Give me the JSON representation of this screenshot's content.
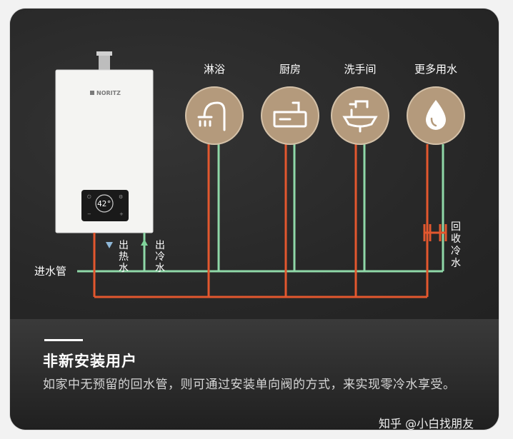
{
  "fixtures": [
    {
      "label": "淋浴",
      "icon": "shower-icon"
    },
    {
      "label": "厨房",
      "icon": "kitchen-sink-icon"
    },
    {
      "label": "洗手间",
      "icon": "washbasin-icon"
    },
    {
      "label": "更多用水",
      "icon": "water-drop-icon"
    }
  ],
  "heater": {
    "brand": "NORITZ",
    "display": "42°"
  },
  "pipes": {
    "inlet_label": "进水管",
    "hot_out_label": [
      "出",
      "热",
      "水"
    ],
    "cold_out_label": [
      "出",
      "冷",
      "水"
    ],
    "return_label": [
      "回",
      "收",
      "冷",
      "水"
    ]
  },
  "colors": {
    "hot_pipe": "#e3572e",
    "cold_pipe": "#8fd8a8",
    "fixture_circle": "#b49a7c",
    "hot_arrow": "#8fb8d8",
    "cold_arrow": "#7fd39a"
  },
  "info": {
    "title": "非新安装用户",
    "description": "如家中无预留的回水管，则可通过安装单向阀的方式，来实现零冷水享受。"
  },
  "watermark": "知乎 @小白找朋友"
}
